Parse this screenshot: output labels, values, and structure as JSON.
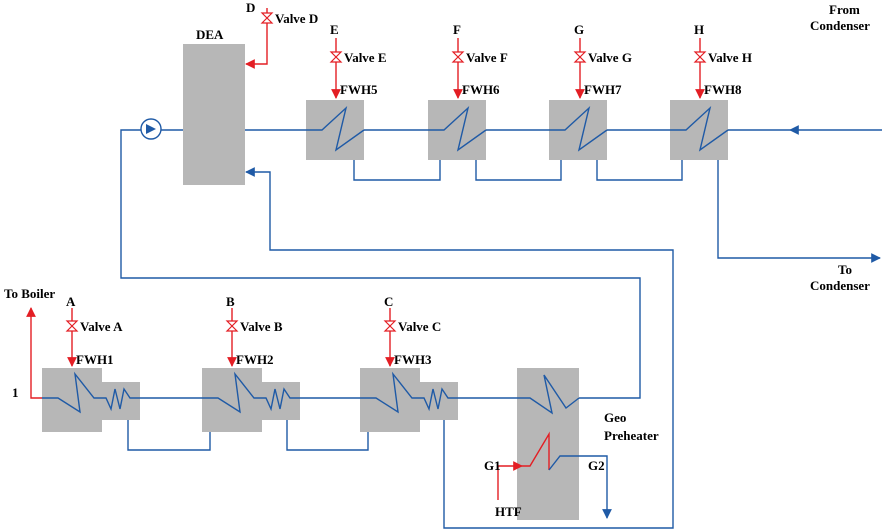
{
  "labels": {
    "dea": "DEA",
    "from_condenser_1": "From",
    "from_condenser_2": "Condenser",
    "to_condenser_1": "To",
    "to_condenser_2": "Condenser",
    "to_boiler": "To Boiler",
    "point_1": "1",
    "geo_1": "Geo",
    "geo_2": "Preheater",
    "g1": "G1",
    "g2": "G2",
    "htf": "HTF"
  },
  "extractions": [
    {
      "letter": "D",
      "valve": "Valve D"
    },
    {
      "letter": "E",
      "valve": "Valve E",
      "heater": "FWH5"
    },
    {
      "letter": "F",
      "valve": "Valve F",
      "heater": "FWH6"
    },
    {
      "letter": "G",
      "valve": "Valve G",
      "heater": "FWH7"
    },
    {
      "letter": "H",
      "valve": "Valve H",
      "heater": "FWH8"
    },
    {
      "letter": "A",
      "valve": "Valve A",
      "heater": "FWH1"
    },
    {
      "letter": "B",
      "valve": "Valve B",
      "heater": "FWH2"
    },
    {
      "letter": "C",
      "valve": "Valve C",
      "heater": "FWH3"
    }
  ],
  "colors": {
    "water_line": "#1f5aa6",
    "steam_line": "#e31e24",
    "vessel_fill": "#b7b7b7"
  }
}
